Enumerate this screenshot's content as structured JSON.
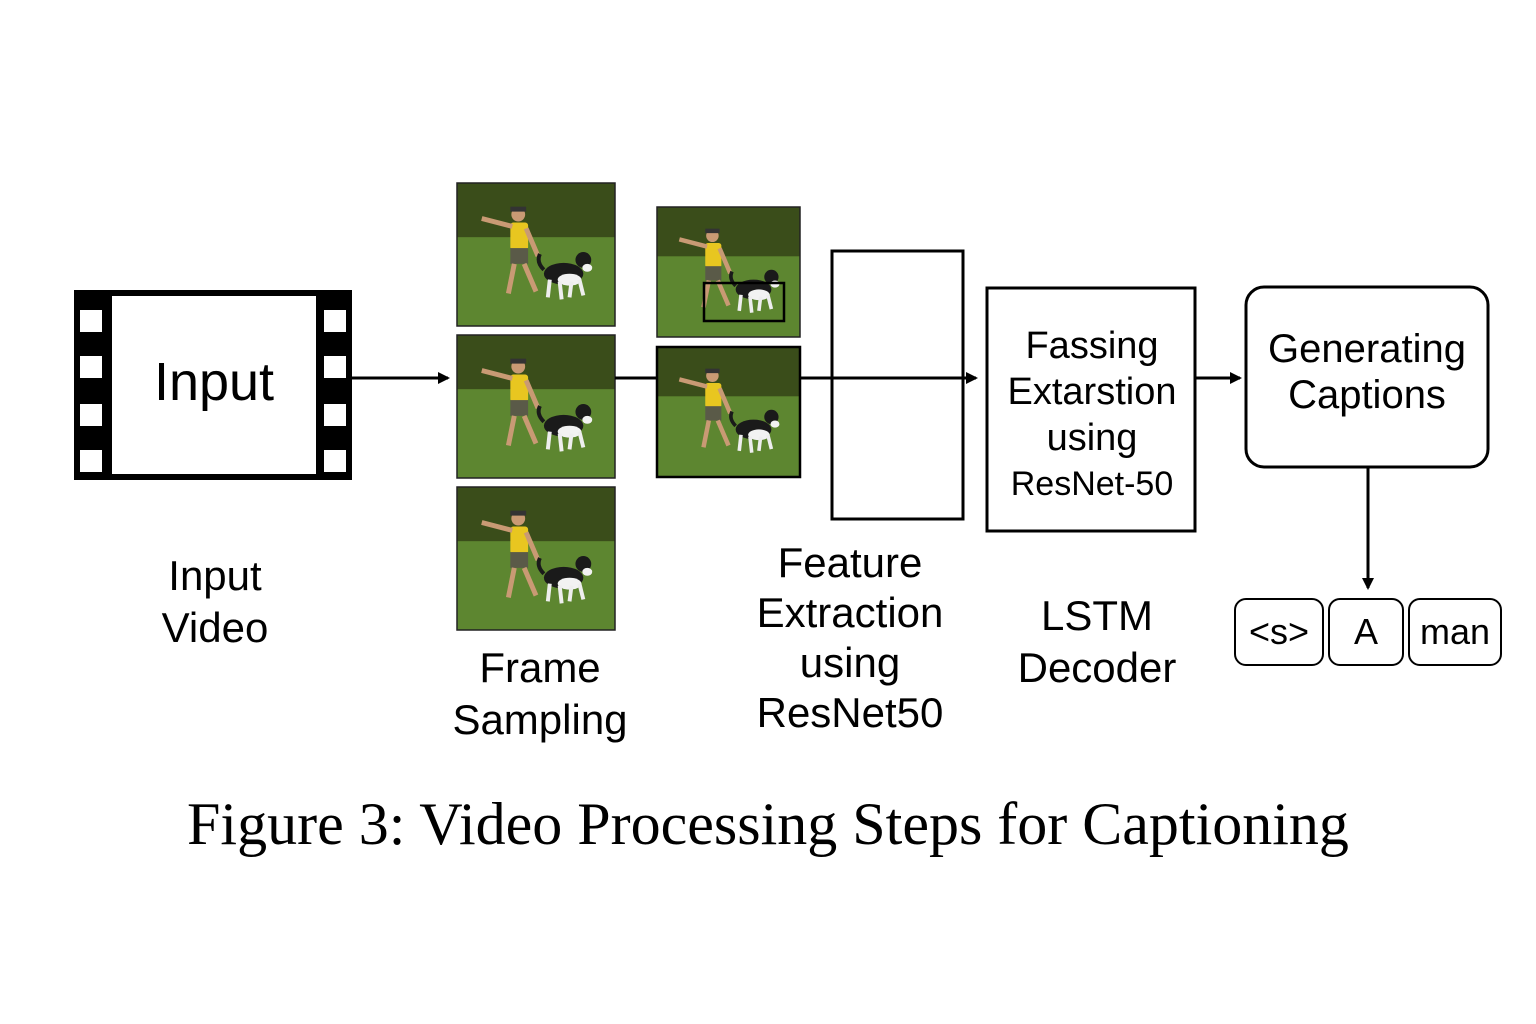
{
  "input_icon": {
    "text": "Input"
  },
  "labels": {
    "input_video": [
      "Input",
      "Video"
    ],
    "frame_sampling": [
      "Frame",
      "Sampling"
    ],
    "feature_extraction": [
      "Feature",
      "Extraction",
      "using",
      "ResNet50"
    ],
    "lstm_decoder": [
      "LSTM",
      "Decoder"
    ]
  },
  "resnet_box": [
    "Fassing",
    "Extarstion",
    "using",
    "ResNet-50"
  ],
  "captions_box": [
    "Generating",
    "Captions"
  ],
  "tokens": [
    "<s>",
    "A",
    "man"
  ],
  "figure_caption": "Figure 3: Video Processing Steps for Captioning",
  "colors": {
    "grass": "#4f7a2c",
    "forest": "#3d5a1e",
    "shirt": "#e8c620",
    "ink": "#000000"
  }
}
